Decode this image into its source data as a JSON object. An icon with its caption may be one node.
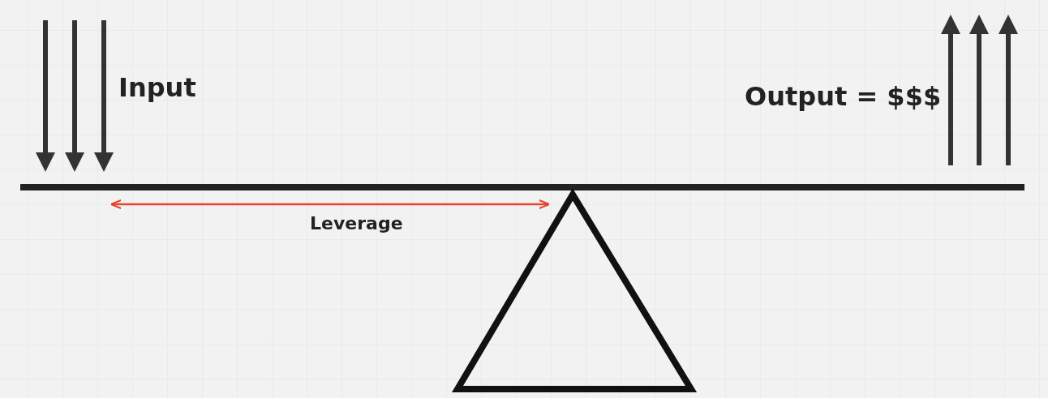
{
  "diagram": {
    "labels": [
      "Input",
      "Output = $$$",
      "Leverage"
    ]
  }
}
